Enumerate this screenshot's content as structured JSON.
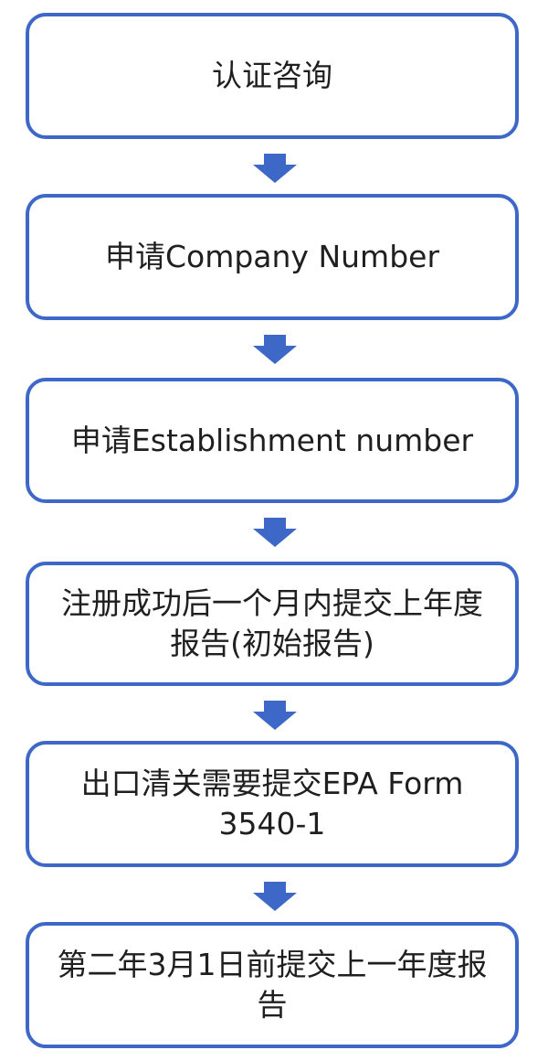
{
  "flowchart": {
    "steps": [
      {
        "text": "认证咨询"
      },
      {
        "text": "申请Company Number"
      },
      {
        "text": "申请Establishment number"
      },
      {
        "text": "注册成功后一个月内提交上年度报告(初始报告)"
      },
      {
        "text": "出口清关需要提交EPA Form 3540-1"
      },
      {
        "text": "第二年3月1日前提交上一年度报告"
      }
    ],
    "colors": {
      "box_border": "#3d68c8",
      "arrow_fill": "#3d68c8",
      "text": "#1f1f1f",
      "background": "#ffffff"
    }
  }
}
